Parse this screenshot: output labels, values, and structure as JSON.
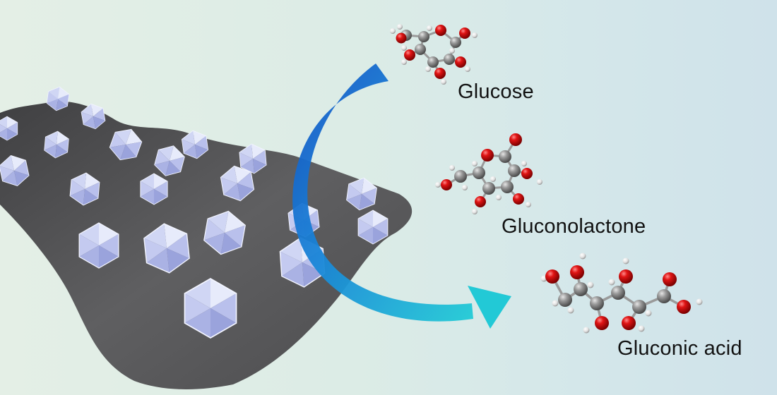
{
  "labels": {
    "glucose": "Glucose",
    "gluconolactone": "Gluconolactone",
    "gluconic_acid": "Gluconic acid"
  },
  "colors": {
    "background_left": "#e4efe6",
    "background_right": "#cfe2ea",
    "support_sheet": "#5d5d5f",
    "crystal_light": "#e3e7fa",
    "crystal_mid": "#b3bbe8",
    "crystal_dark": "#8c95d3",
    "arrow_start": "#1458c9",
    "arrow_end": "#20c6d6",
    "oxygen_atom": "#d40f0f",
    "carbon_atom": "#8a8a8a",
    "hydrogen_atom": "#f2f2f2"
  },
  "icons": {
    "crystal": "octahedron-crystal-icon",
    "arrow": "curved-arrow-icon"
  }
}
